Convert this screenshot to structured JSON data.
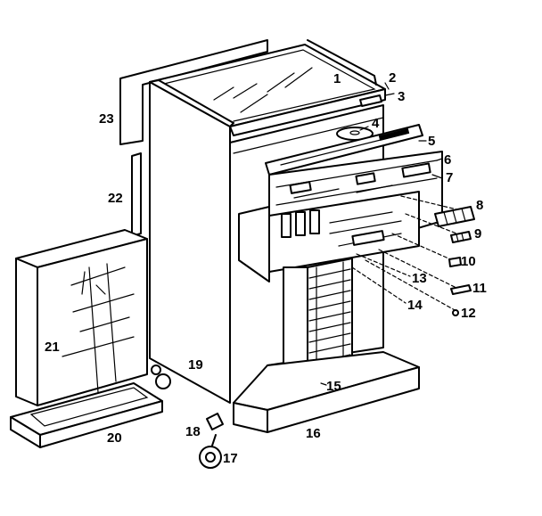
{
  "parts": [
    {
      "id": "part-1",
      "label": "1"
    },
    {
      "id": "part-2",
      "label": "2"
    },
    {
      "id": "part-3",
      "label": "3"
    },
    {
      "id": "part-4",
      "label": "4"
    },
    {
      "id": "part-5",
      "label": "5"
    },
    {
      "id": "part-6",
      "label": "6"
    },
    {
      "id": "part-7",
      "label": "7"
    },
    {
      "id": "part-8",
      "label": "8"
    },
    {
      "id": "part-9",
      "label": "9"
    },
    {
      "id": "part-10",
      "label": "10"
    },
    {
      "id": "part-11",
      "label": "11"
    },
    {
      "id": "part-12",
      "label": "12"
    },
    {
      "id": "part-13",
      "label": "13"
    },
    {
      "id": "part-14",
      "label": "14"
    },
    {
      "id": "part-15",
      "label": "15"
    },
    {
      "id": "part-16",
      "label": "16"
    },
    {
      "id": "part-17",
      "label": "17"
    },
    {
      "id": "part-18",
      "label": "18"
    },
    {
      "id": "part-19",
      "label": "19"
    },
    {
      "id": "part-20",
      "label": "20"
    },
    {
      "id": "part-21",
      "label": "21"
    },
    {
      "id": "part-22",
      "label": "22"
    },
    {
      "id": "part-23",
      "label": "23"
    }
  ]
}
